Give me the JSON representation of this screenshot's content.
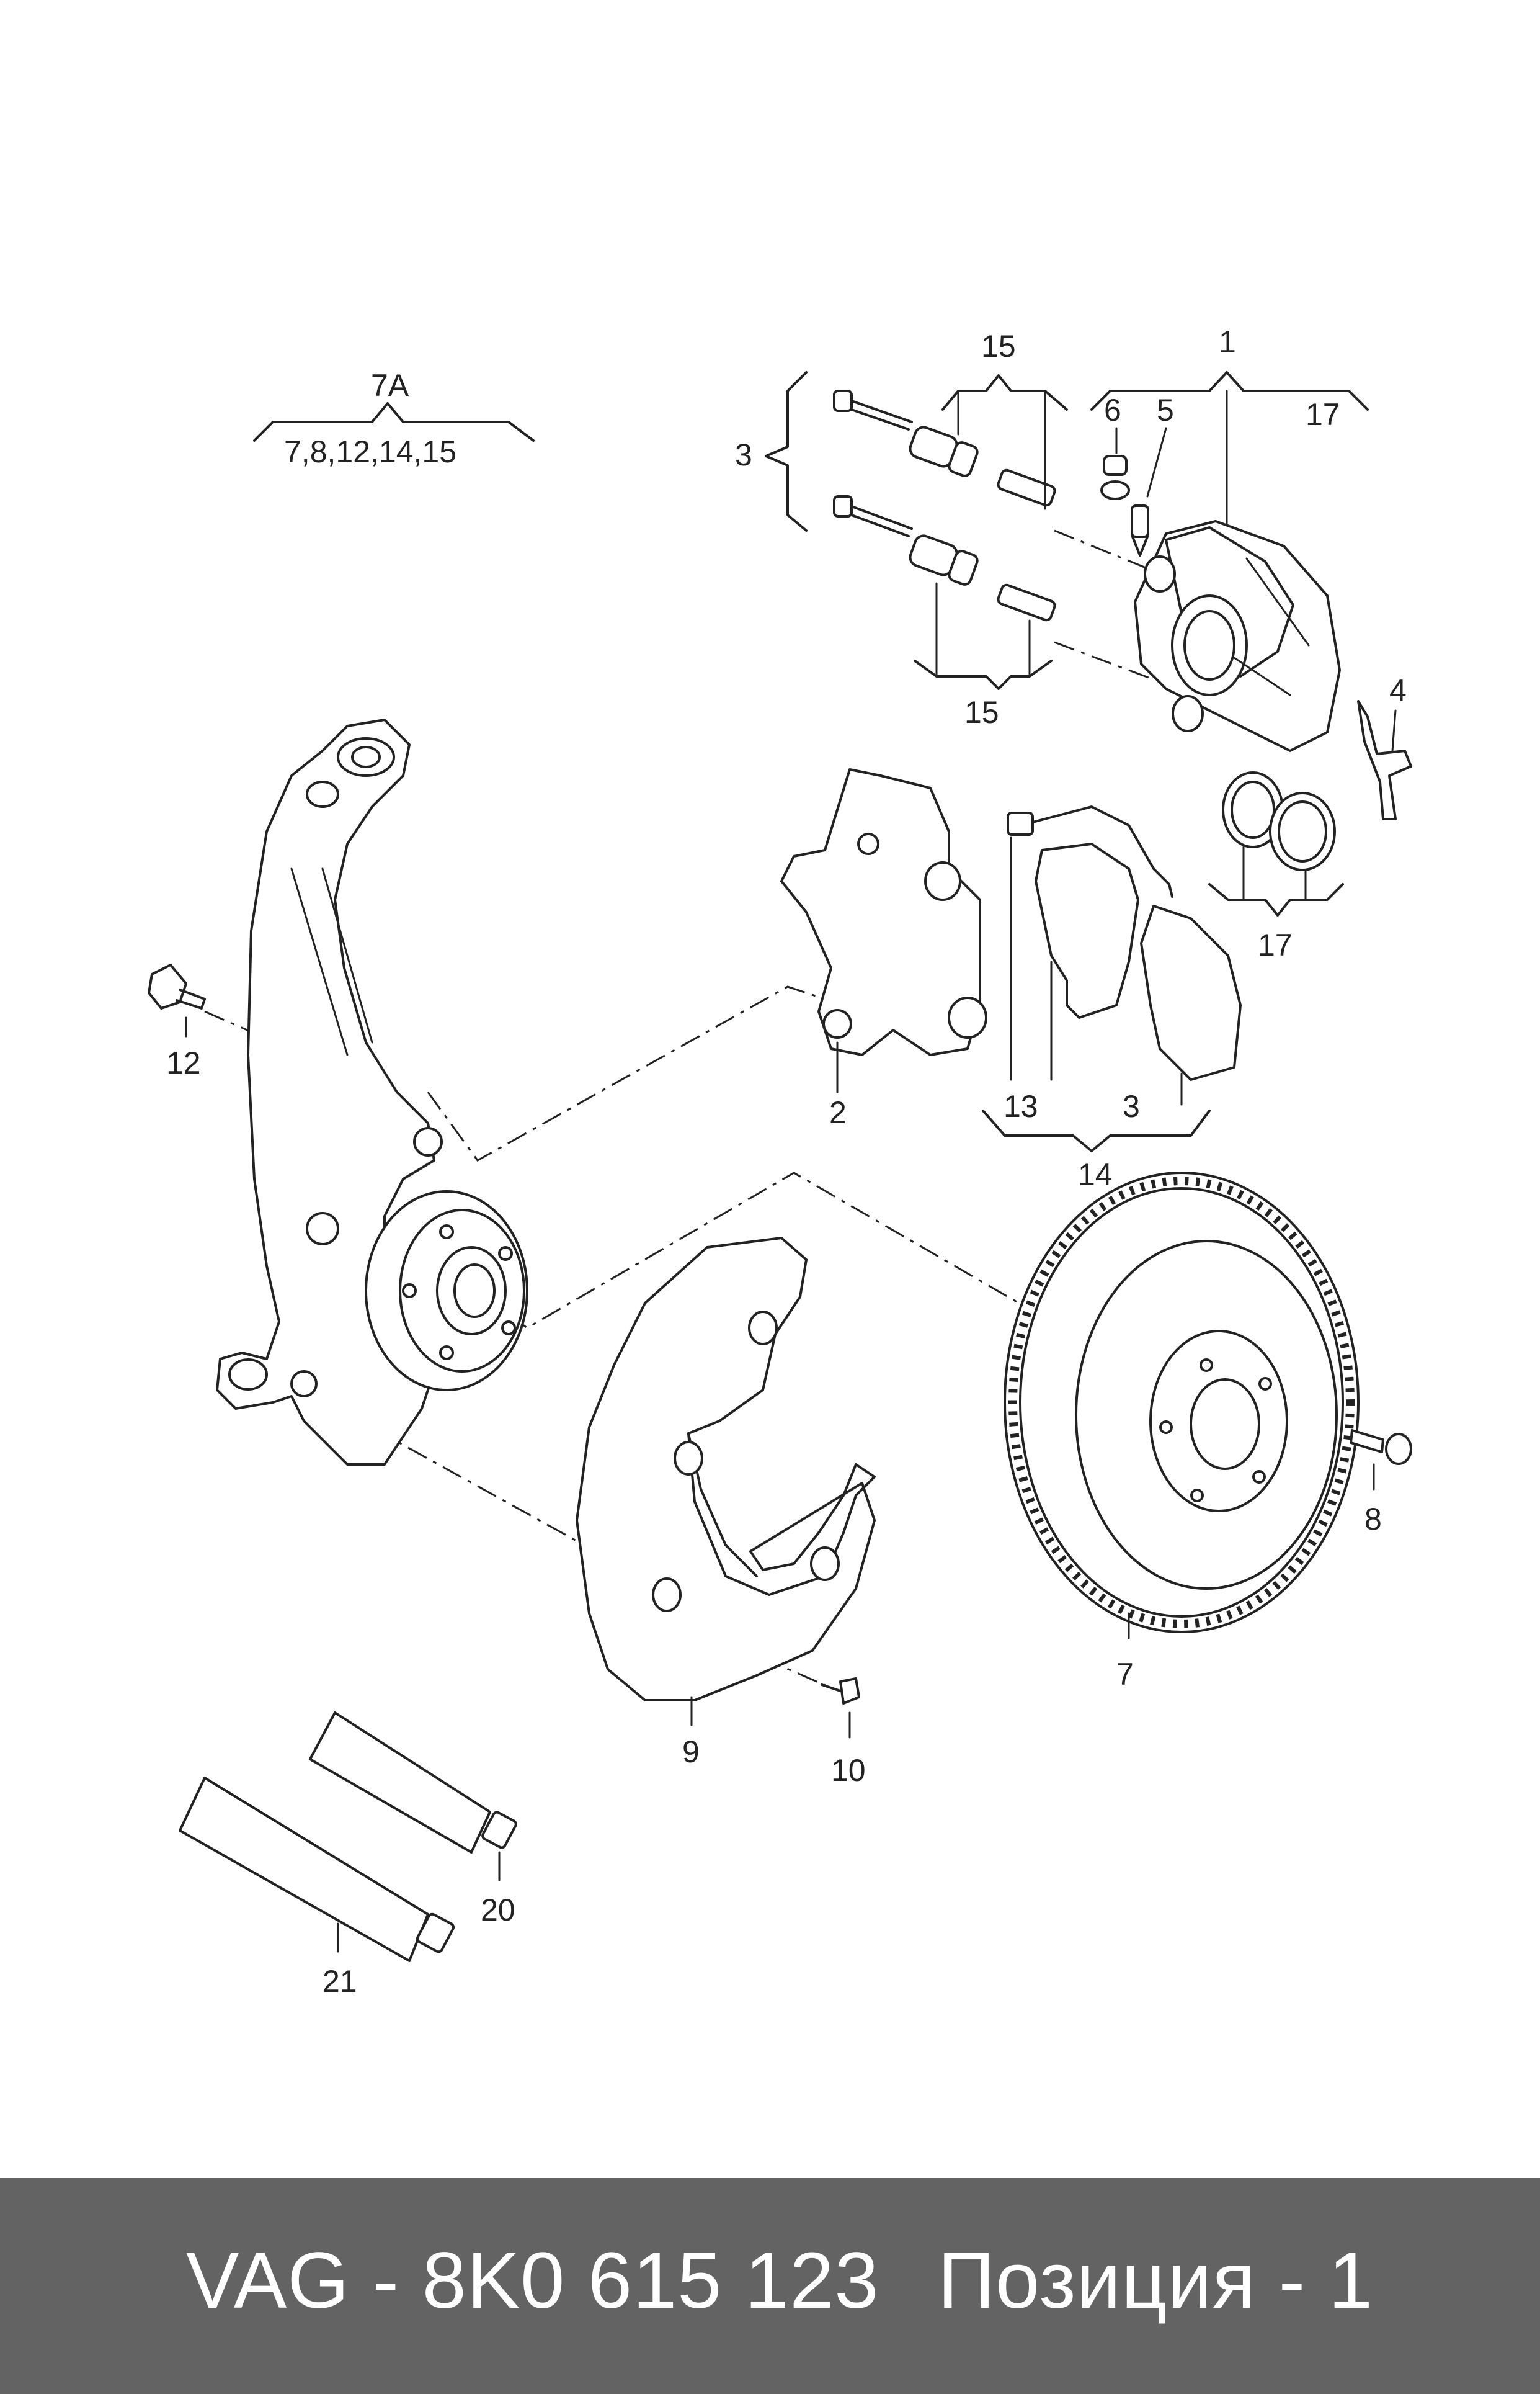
{
  "labels": {
    "group_title": "7A",
    "group_parts": "7,8,12,14,15",
    "l1": "1",
    "l2": "2",
    "l3a": "3",
    "l3b": "3",
    "l4": "4",
    "l5": "5",
    "l6": "6",
    "l7": "7",
    "l8": "8",
    "l9": "9",
    "l10": "10",
    "l12": "12",
    "l13": "13",
    "l14": "14",
    "l15a": "15",
    "l15b": "15",
    "l17a": "17",
    "l17b": "17",
    "l20": "20",
    "l21": "21"
  },
  "footer": {
    "part_number": "VAG - 8K0 615 123",
    "position": "Позиция - 1"
  },
  "colors": {
    "line": "#222222",
    "footer_bg": "#636363",
    "footer_text": "#ffffff"
  }
}
